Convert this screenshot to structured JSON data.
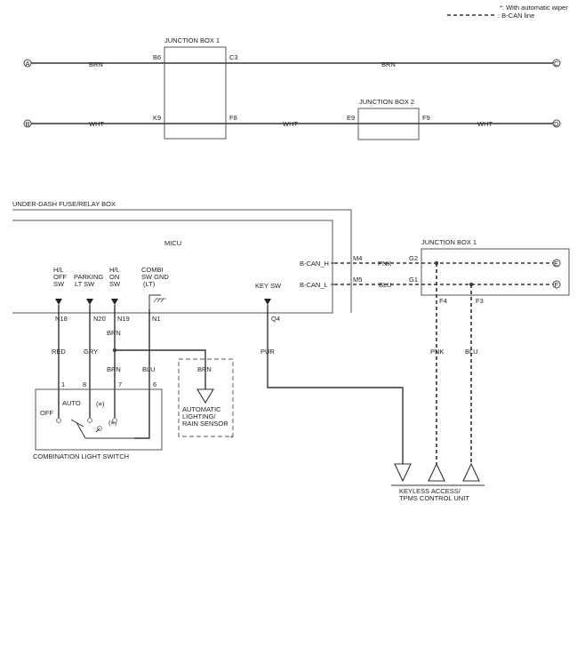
{
  "legend": {
    "note_automatic_wiper": "*: With automatic wiper",
    "note_bcan_line": ": B-CAN line"
  },
  "upper_circuit": {
    "terminals": {
      "a": "A",
      "b": "B",
      "c": "C",
      "d": "D"
    },
    "junction_box_1": {
      "label": "JUNCTION BOX 1",
      "pins": {
        "b6": "B6",
        "c3": "C3",
        "k9": "K9",
        "f8": "F8"
      }
    },
    "junction_box_2": {
      "label": "JUNCTION BOX 2",
      "pins": {
        "e9": "E9",
        "f9": "F9"
      }
    },
    "wires": {
      "brn_left": "BRN",
      "brn_right": "BRN",
      "wht_left": "WHT",
      "wht_mid": "WHT",
      "wht_right": "WHT"
    }
  },
  "fuse_box": {
    "label": "UNDER-DASH FUSE/RELAY BOX",
    "micu": "MICU",
    "inputs": {
      "hl_off_sw": [
        "H/L",
        "OFF",
        "SW"
      ],
      "parking_lt_sw": [
        "PARKING",
        "LT SW"
      ],
      "hl_on_sw": [
        "H/L",
        "ON",
        "SW"
      ],
      "combi_sw_gnd": [
        "COMBI",
        "SW GND",
        "(LT)"
      ],
      "key_sw": "KEY SW"
    },
    "pins": {
      "n18": "N18",
      "n20": "N20",
      "n19": "N19",
      "n1": "N1",
      "q4": "Q4",
      "m4": "M4",
      "m5": "M5"
    },
    "can": {
      "high": "B-CAN_H",
      "low": "B-CAN_L"
    }
  },
  "junction_box_1_lower": {
    "label": "JUNCTION BOX 1",
    "pins": {
      "g2": "G2",
      "g1": "G1",
      "f4": "F4",
      "f3": "F3"
    },
    "terminals": {
      "e": "E",
      "f": "F"
    }
  },
  "wiring": {
    "red": "RED",
    "gry": "GRY",
    "brn_top": "BRN",
    "brn_low": "BRN",
    "blu_micu": "BLU",
    "pur": "PUR",
    "pnk_h": "PNK",
    "blu_h": "BLU",
    "pnk_v": "PNK",
    "blu_v": "BLU",
    "brn_sensor": "BRN"
  },
  "combination_switch": {
    "label": "COMBINATION LIGHT SWITCH",
    "pins": {
      "p1": "1",
      "p8": "8",
      "p7": "7",
      "p6": "6"
    },
    "positions": {
      "off": "OFF",
      "auto": "AUTO",
      "pos1": "(≡)",
      "pos2": "(≡)"
    }
  },
  "sensor": {
    "label": [
      "AUTOMATIC",
      "LIGHTING/",
      "RAIN SENSOR"
    ],
    "marker": "*"
  },
  "keyless_unit": {
    "label": [
      "KEYLESS ACCESS/",
      "TPMS CONTROL UNIT"
    ]
  }
}
